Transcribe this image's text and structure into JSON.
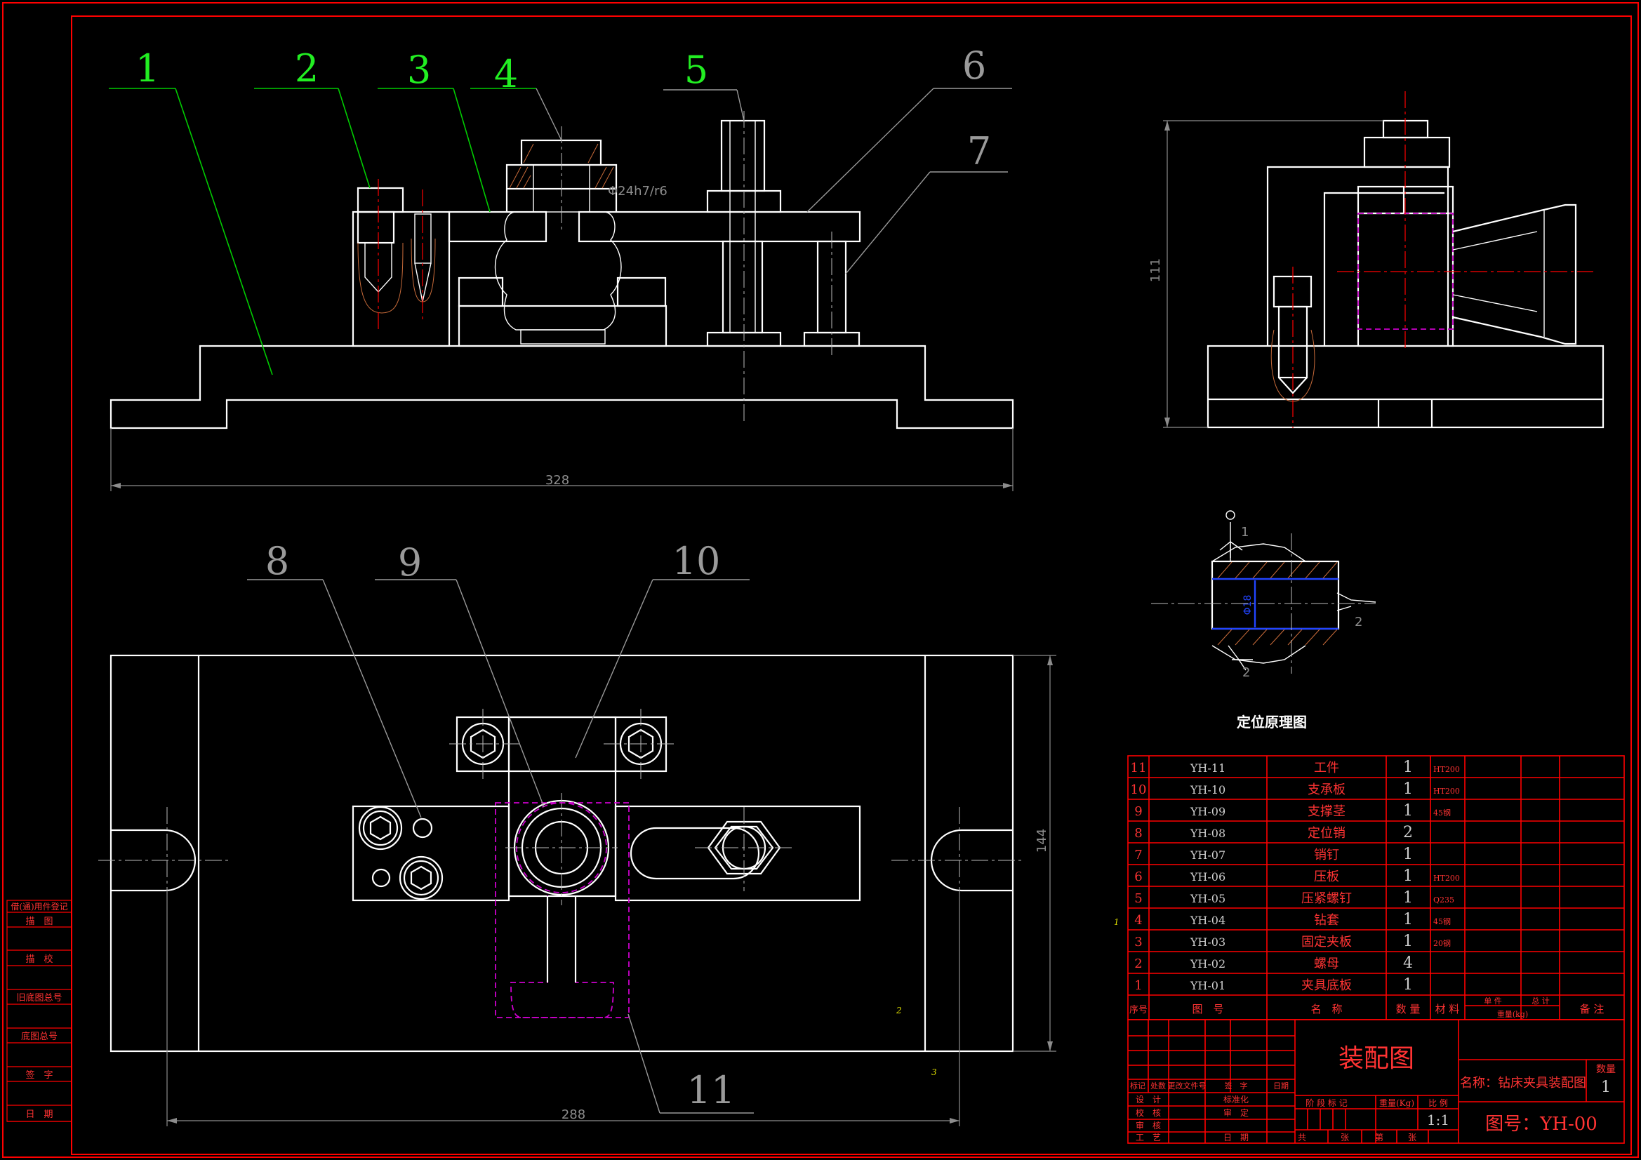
{
  "balloons": {
    "b1": "1",
    "b2": "2",
    "b3": "3",
    "b4": "4",
    "b5": "5",
    "b6": "6",
    "b7": "7",
    "b8": "8",
    "b9": "9",
    "b10": "10",
    "b11": "11"
  },
  "dimensions": {
    "front_width": "328",
    "top_width": "288",
    "top_height": "144",
    "side_height": "111",
    "fit": "Φ24h7/r6",
    "locating_dia": "Φ18"
  },
  "positioning_diagram": {
    "title": "定位原理图",
    "point_1": "1",
    "point_2a": "2",
    "point_2b": "2"
  },
  "stray_marks": {
    "m1": "1",
    "m2": "2",
    "m3": "3"
  },
  "left_sidebar": {
    "labels": [
      "借(通)用件登记",
      "描　图",
      "描　校",
      "旧底图总号",
      "底图总号",
      "签　字",
      "日　期"
    ]
  },
  "bom": {
    "rows": [
      {
        "no": "11",
        "code": "YH-11",
        "name": "工件",
        "qty": "1",
        "material": "HT200"
      },
      {
        "no": "10",
        "code": "YH-10",
        "name": "支承板",
        "qty": "1",
        "material": "HT200"
      },
      {
        "no": "9",
        "code": "YH-09",
        "name": "支撑茎",
        "qty": "1",
        "material": "45钢"
      },
      {
        "no": "8",
        "code": "YH-08",
        "name": "定位销",
        "qty": "2",
        "material": ""
      },
      {
        "no": "7",
        "code": "YH-07",
        "name": "销钉",
        "qty": "1",
        "material": ""
      },
      {
        "no": "6",
        "code": "YH-06",
        "name": "压板",
        "qty": "1",
        "material": "HT200"
      },
      {
        "no": "5",
        "code": "YH-05",
        "name": "压紧螺钉",
        "qty": "1",
        "material": "Q235"
      },
      {
        "no": "4",
        "code": "YH-04",
        "name": "钻套",
        "qty": "1",
        "material": "45钢"
      },
      {
        "no": "3",
        "code": "YH-03",
        "name": "固定夹板",
        "qty": "1",
        "material": "20钢"
      },
      {
        "no": "2",
        "code": "YH-02",
        "name": "螺母",
        "qty": "4",
        "material": ""
      },
      {
        "no": "1",
        "code": "YH-01",
        "name": "夹具底板",
        "qty": "1",
        "material": ""
      }
    ],
    "header": {
      "no": "序号",
      "code": "图　号",
      "name": "名　称",
      "qty": "数 量",
      "material": "材 料",
      "unit": "单 件",
      "total": "总 计",
      "weight": "重量(kg)",
      "remark": "备 注"
    }
  },
  "title_block": {
    "drawing_title": "装配图",
    "name_label": "名称：钻床夹具装配图",
    "qty_label": "数量",
    "qty_value": "1",
    "drawing_no": "图号：YH-00",
    "scale_label": "比 例",
    "scale_value": "1:1",
    "weight_label": "重量(Kg)",
    "stage_label": "阶 段 标 记",
    "rev_headers": [
      "标记",
      "处数",
      "更改文件号",
      "签　字",
      "日期"
    ],
    "roles": [
      "设　计",
      "校　核",
      "审　核",
      "工　艺"
    ],
    "roles_right": [
      "标准化",
      "审　定",
      "日　期"
    ],
    "sheets": [
      "共",
      "张",
      "第",
      "张"
    ]
  }
}
